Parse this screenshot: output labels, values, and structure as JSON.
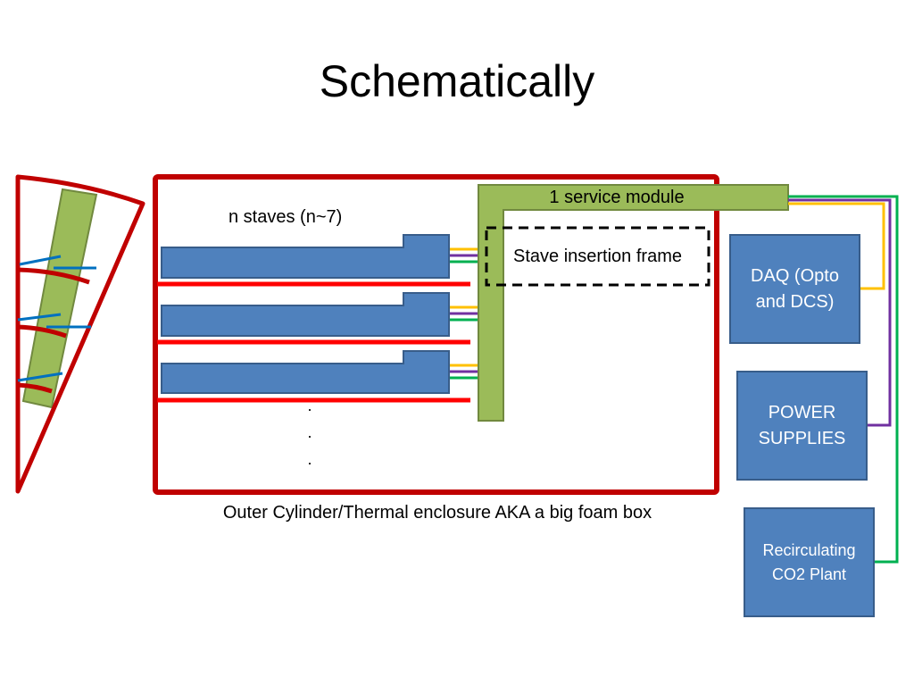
{
  "slide": {
    "title": "Schematically",
    "labels": {
      "staves": "n staves (n~7)",
      "service_module": "1 service module",
      "insertion_frame": "Stave insertion frame",
      "enclosure": "Outer Cylinder/Thermal enclosure AKA a big foam box",
      "dots": [
        "·",
        "·",
        "·"
      ]
    },
    "boxes": {
      "daq": "DAQ (Opto\nand DCS)",
      "power": "POWER\nSUPPLIES",
      "co2": "Recirculating\nCO2 Plant"
    }
  },
  "colors": {
    "enclosure_red": "#c00000",
    "rail_red": "#ff0000",
    "stave_blue": "#4f81bd",
    "stave_border": "#385d8a",
    "module_green": "#9bbb59",
    "module_border": "#71893f",
    "line_yellow": "#ffc000",
    "line_purple": "#7030a0",
    "line_green": "#00b050",
    "sector_blue": "#0070c0"
  }
}
